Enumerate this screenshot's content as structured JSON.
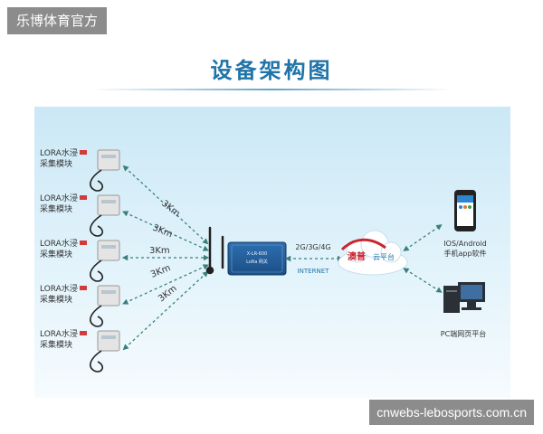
{
  "watermark_top": "乐博体育官方",
  "watermark_bottom": "cnwebs-lebosports.com.cn",
  "title": "设备架构图",
  "sensors": [
    {
      "line1": "LORA水浸",
      "line2": "采集模块",
      "distance": "3Km"
    },
    {
      "line1": "LORA水浸",
      "line2": "采集模块",
      "distance": "3Km"
    },
    {
      "line1": "LORA水浸",
      "line2": "采集模块",
      "distance": "3Km"
    },
    {
      "line1": "LORA水浸",
      "line2": "采集模块",
      "distance": "3Km"
    },
    {
      "line1": "LORA水浸",
      "line2": "采集模块",
      "distance": "3Km"
    }
  ],
  "gateway": {
    "line1": "X-LR-600",
    "line2": "LoRa 网关"
  },
  "network_label": "2G/3G/4G",
  "internet_label": "INTERNET",
  "cloud": {
    "brand": "澳普",
    "name": "云平台"
  },
  "clients": [
    {
      "line1": "IOS/Android",
      "line2": "手机app软件"
    },
    {
      "line1": "PC端网页平台",
      "line2": ""
    }
  ],
  "colors": {
    "accent": "#1f74a8",
    "link": "#3a7f7a",
    "cloud_red": "#c8262f"
  }
}
